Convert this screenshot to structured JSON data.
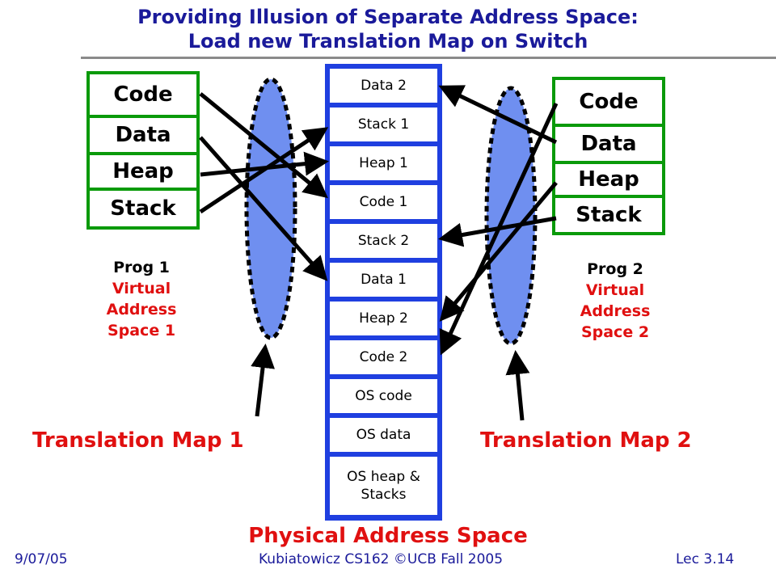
{
  "title": {
    "line1": "Providing Illusion of Separate Address Space:",
    "line2": "Load new Translation Map on Switch"
  },
  "prog1": {
    "segments": [
      "Code",
      "Data",
      "Heap",
      "Stack"
    ],
    "label_line1": "Prog 1",
    "label_line2": "Virtual",
    "label_line3": "Address",
    "label_line4": "Space 1"
  },
  "prog2": {
    "segments": [
      "Code",
      "Data",
      "Heap",
      "Stack"
    ],
    "label_line1": "Prog 2",
    "label_line2": "Virtual",
    "label_line3": "Address",
    "label_line4": "Space 2"
  },
  "physical": {
    "cells": [
      "Data 2",
      "Stack 1",
      "Heap 1",
      "Code 1",
      "Stack 2",
      "Data 1",
      "Heap 2",
      "Code 2",
      "OS code",
      "OS data",
      "OS heap &",
      "Stacks"
    ],
    "label": "Physical Address Space"
  },
  "maps": {
    "map1": "Translation Map 1",
    "map2": "Translation Map 2"
  },
  "footer": {
    "date": "9/07/05",
    "course": "Kubiatowicz CS162 ©UCB Fall 2005",
    "lecture": "Lec 3.14"
  },
  "colors": {
    "title": "#1a1a9a",
    "segment_border": "#0a9a0a",
    "ellipse_fill": "#6f8ff0",
    "physical_fill": "#1f3fe0",
    "accent_red": "#e01010"
  }
}
